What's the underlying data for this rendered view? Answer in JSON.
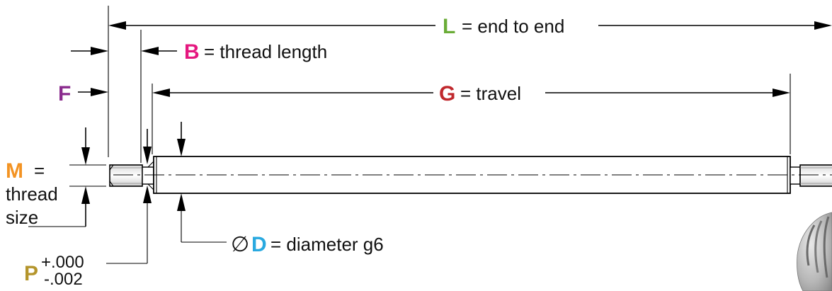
{
  "labels": {
    "L": {
      "key": "L",
      "text": "=  end to end",
      "key_color": "#6aac37"
    },
    "B": {
      "key": "B",
      "text": "= thread length",
      "key_color": "#e5177f"
    },
    "F": {
      "key": "F",
      "key_color": "#8a2b8d"
    },
    "G": {
      "key": "G",
      "text": "= travel",
      "key_color": "#c0282d"
    },
    "M": {
      "key": "M",
      "text_line1": "=",
      "text_line2": "thread",
      "text_line3": "size",
      "key_color": "#f39323"
    },
    "D": {
      "symbol": "∅",
      "key": "D",
      "text": "= diameter g6",
      "key_color": "#29a9e0"
    },
    "P": {
      "key": "P",
      "tol_plus": "+.000",
      "tol_minus": "-.002",
      "key_color": "#b4952c"
    }
  }
}
